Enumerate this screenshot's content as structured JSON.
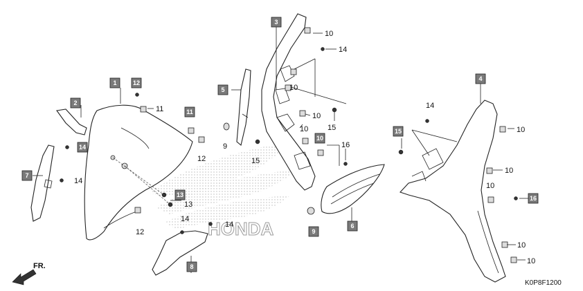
{
  "diagram": {
    "code": "K0P8F1200",
    "front_indicator": "FR.",
    "watermark_text": "HONDA",
    "callouts": [
      "1",
      "2",
      "3",
      "4",
      "5",
      "6",
      "7",
      "8",
      "9",
      "9",
      "10",
      "11",
      "12",
      "13",
      "14",
      "15",
      "16"
    ],
    "refs": {
      "r10a": "10",
      "r14a": "14",
      "r10b": "10",
      "r10c": "10",
      "r15a": "15",
      "r10d": "10",
      "r16": "16",
      "r15b": "15",
      "r11": "11",
      "r12a": "12",
      "r12b": "12",
      "r13": "13",
      "r14b": "14",
      "r14c": "14",
      "r14d": "14",
      "r9": "9",
      "r14e": "14",
      "r10e": "10",
      "r10f": "10",
      "r10g": "10",
      "r10h": "10",
      "r10i": "10"
    },
    "boxes": {
      "b1": "1",
      "b2": "2",
      "b3": "3",
      "b4": "4",
      "b5": "5",
      "b6": "6",
      "b7": "7",
      "b8": "8",
      "b9": "9",
      "b10": "10",
      "b11": "11",
      "b12": "12",
      "b13": "13",
      "b14": "14",
      "b15": "15",
      "b16": "16"
    }
  }
}
